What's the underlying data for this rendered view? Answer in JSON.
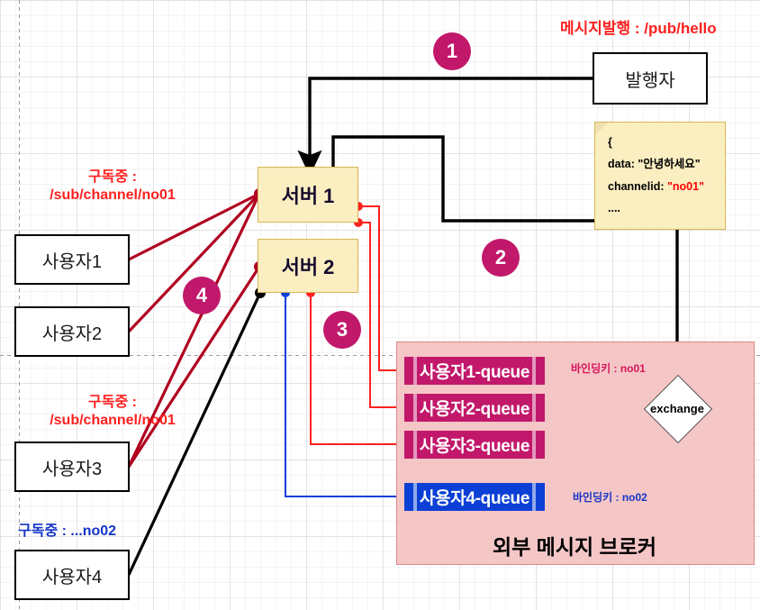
{
  "diagram": {
    "title_label": "메시지발행 : /pub/hello",
    "background": "#ffffff",
    "accent_pink": "#c2186b",
    "accent_red": "#ff2020",
    "accent_blue": "#1535c8"
  },
  "publisher": {
    "label": "발행자"
  },
  "message_note": {
    "line1": "{",
    "line2_key": "data: \"안녕하세요\"",
    "line3_key": "channelid: ",
    "line3_value": "\"no01\"",
    "line4": "...."
  },
  "servers": [
    {
      "label": "서버 1"
    },
    {
      "label": "서버 2"
    }
  ],
  "users": [
    {
      "label": "사용자1"
    },
    {
      "label": "사용자2"
    },
    {
      "label": "사용자3"
    },
    {
      "label": "사용자4"
    }
  ],
  "subscription_labels": {
    "group1_line1": "구독중 :",
    "group1_line2": "/sub/channel/no01",
    "group2_line1": "구독중 :",
    "group2_line2": "/sub/channel/no01",
    "group3": "구독중 : ...no02"
  },
  "broker": {
    "panel_label": "외부 메시지 브로커",
    "exchange_label": "exchange",
    "binding_key_red": "바인딩키 : no01",
    "binding_key_blue": "바인딩키 : no02",
    "queues": [
      {
        "label": "사용자1-queue",
        "color": "red"
      },
      {
        "label": "사용자2-queue",
        "color": "red"
      },
      {
        "label": "사용자3-queue",
        "color": "red"
      },
      {
        "label": "사용자4-queue",
        "color": "blue"
      }
    ]
  },
  "step_markers": [
    {
      "number": "1"
    },
    {
      "number": "2"
    },
    {
      "number": "3"
    },
    {
      "number": "4"
    }
  ]
}
